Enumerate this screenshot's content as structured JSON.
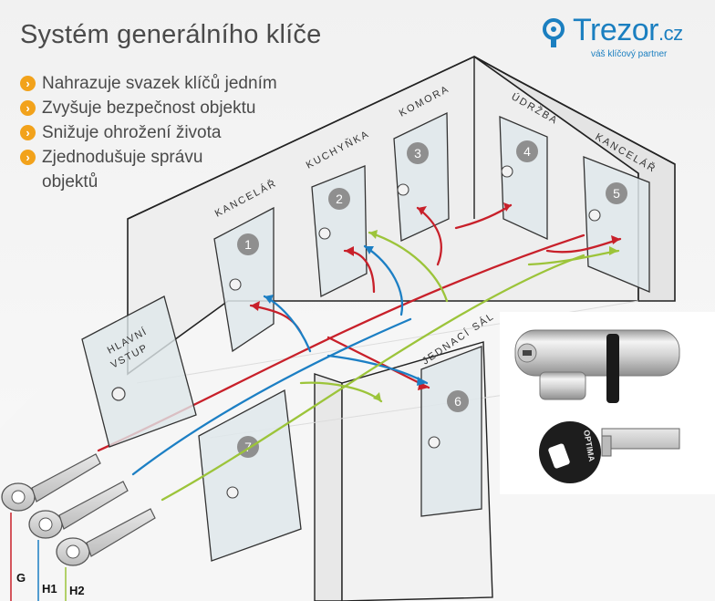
{
  "title": "Systém generálního klíče",
  "benefits": [
    "Nahrazuje svazek klíčů jedním",
    "Zvyšuje bezpečnost objektu",
    "Snižuje ohrožení života",
    "Zjednodušuje správu\nobjektů"
  ],
  "logo": {
    "name": "Trezor",
    "tld": ".cz",
    "tagline": "váš klíčový partner"
  },
  "rooms": [
    {
      "number": "1",
      "label": "KANCELÁŘ"
    },
    {
      "number": "2",
      "label": "KUCHYŇKA"
    },
    {
      "number": "3",
      "label": "KOMORA"
    },
    {
      "number": "4",
      "label": "ÚDRŽBA"
    },
    {
      "number": "5",
      "label": "KANCELÁŘ"
    },
    {
      "number": "6",
      "label": "JEDNACÍ SÁL"
    },
    {
      "number": "7",
      "label": ""
    }
  ],
  "entrance": {
    "line1": "HLAVNÍ",
    "line2": "VSTUP"
  },
  "keys": [
    {
      "label": "G",
      "color": "#c8202a"
    },
    {
      "label": "H1",
      "color": "#1c7fc4"
    },
    {
      "label": "H2",
      "color": "#9cc43a"
    }
  ],
  "cylinder_text": "OPTIMA",
  "colors": {
    "accent": "#f2a21b",
    "brand": "#1b7fc0",
    "wall": "#ececec"
  }
}
